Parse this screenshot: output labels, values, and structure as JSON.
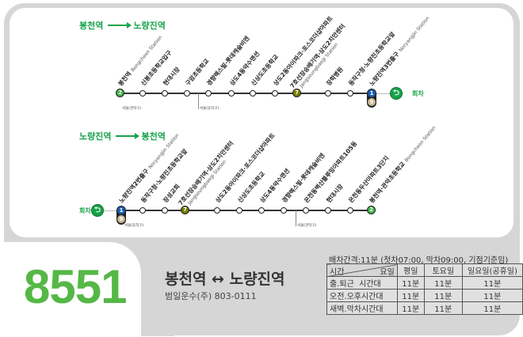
{
  "outbound": {
    "from": "봉천역",
    "to": "노량진역",
    "stations": [
      {
        "name": "봉천역",
        "en": "Bongcheon Station",
        "badge": "2"
      },
      {
        "name": "신봉초등학교입구"
      },
      {
        "name": "현대시장"
      },
      {
        "name": "구암초등학교"
      },
      {
        "name": "경향렉스빌·롯데캐슬비엔"
      },
      {
        "name": "상도4동약수맨션"
      },
      {
        "name": "신상도초등학교"
      },
      {
        "name": "상도2동아이파크·포스코더샵아파트"
      },
      {
        "name": "7호선장승배기역·상도2치안센터",
        "en": "Jangseungbaegi Station",
        "badge": "7"
      },
      {
        "name": "장학병원"
      },
      {
        "name": "동작구청·노량진초등학교앞"
      },
      {
        "name": "노량진역3번출구",
        "en": "Noryangjin Station",
        "badge": "1",
        "badge2": "9"
      }
    ],
    "districts": [
      "서울(관악구)",
      "서울(동작구)"
    ],
    "turnaround": "회차"
  },
  "inbound": {
    "from": "노량진역",
    "to": "봉천역",
    "stations": [
      {
        "name": "노량진역2번출구",
        "en": "Noryangjin Station",
        "badge": "1",
        "badge2": "9"
      },
      {
        "name": "동작구청·노량진초등학교앞"
      },
      {
        "name": "장성교회"
      },
      {
        "name": "7호선장승배기역·상도2치안센터",
        "en": "Jangseungbaegi Station",
        "badge": "7"
      },
      {
        "name": "상도2동아이파크·포스코더샵아파트"
      },
      {
        "name": "신상도초등학교"
      },
      {
        "name": "상도4동약수맨션"
      },
      {
        "name": "경향렉스빌·롯데캐슬비엔"
      },
      {
        "name": "은천동벽산블루밍아파트105동"
      },
      {
        "name": "현대시장"
      },
      {
        "name": "은천동두산아파트3단지"
      },
      {
        "name": "봉천역·관악초등학교",
        "en": "Bongcheon Station",
        "badge": "2"
      }
    ],
    "districts": [
      "서울(동작구)",
      "서울(관악구)"
    ],
    "turnaround": "회차"
  },
  "bus_number": "8551",
  "route_name": "봉천역 ↔ 노량진역",
  "company": "범일운수(주) 803-0111",
  "interval_note": "배차간격:11분 (첫차07:00, 막차09:00, 기점기준임)",
  "timetable": {
    "header_time": "시간",
    "header_day": "요일",
    "columns": [
      "평일",
      "토요일",
      "일요일(공휴일)"
    ],
    "rows": [
      {
        "label": "출.퇴근  시간대",
        "values": [
          "11분",
          "11분",
          "11분"
        ]
      },
      {
        "label": "오전.오후시간대",
        "values": [
          "11분",
          "11분",
          "11분"
        ]
      },
      {
        "label": "새벽.막차시간대",
        "values": [
          "11분",
          "11분",
          "11분"
        ]
      }
    ]
  },
  "colors": {
    "accent": "#17a24a",
    "line1": "#1b5bb0",
    "line2": "#3db449",
    "line7": "#747f00",
    "line9": "#c7b894",
    "number": "#55b846"
  }
}
